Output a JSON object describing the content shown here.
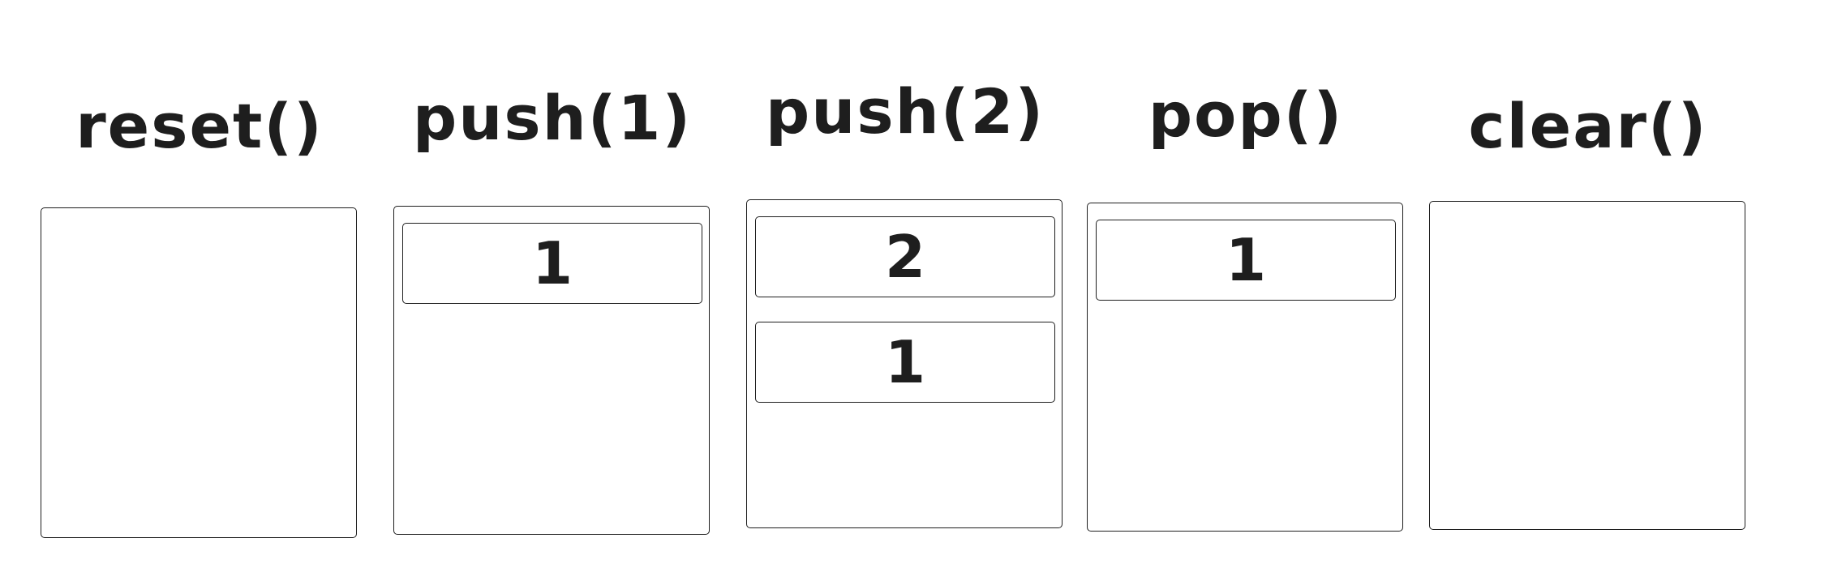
{
  "operations": [
    {
      "label": "reset()",
      "stack": []
    },
    {
      "label": "push(1)",
      "stack": [
        "1"
      ]
    },
    {
      "label": "push(2)",
      "stack": [
        "2",
        "1"
      ]
    },
    {
      "label": "pop()",
      "stack": [
        "1"
      ]
    },
    {
      "label": "clear()",
      "stack": []
    }
  ]
}
